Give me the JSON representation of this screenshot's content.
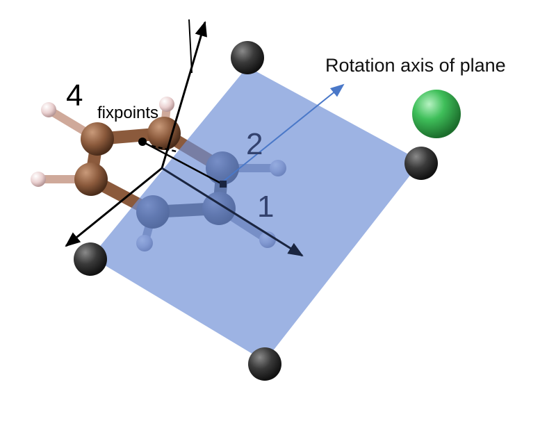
{
  "labels": {
    "four": "4",
    "fixpoints": "fixpoints",
    "two": "2",
    "one": "1",
    "rotation_axis": "Rotation axis of plane"
  },
  "colors": {
    "plane": "#6f8fd6",
    "carbon_brown": "#8b5a3c",
    "carbon_gray": "#3e4150",
    "hydrogen": "#e6c8c8",
    "corner_atom": "#2e2e2e",
    "chlorine": "#3fbf5a",
    "axis_arrow": "#4a78c8",
    "arrow_dark": "#1a2540",
    "arrow_black": "#000000"
  }
}
